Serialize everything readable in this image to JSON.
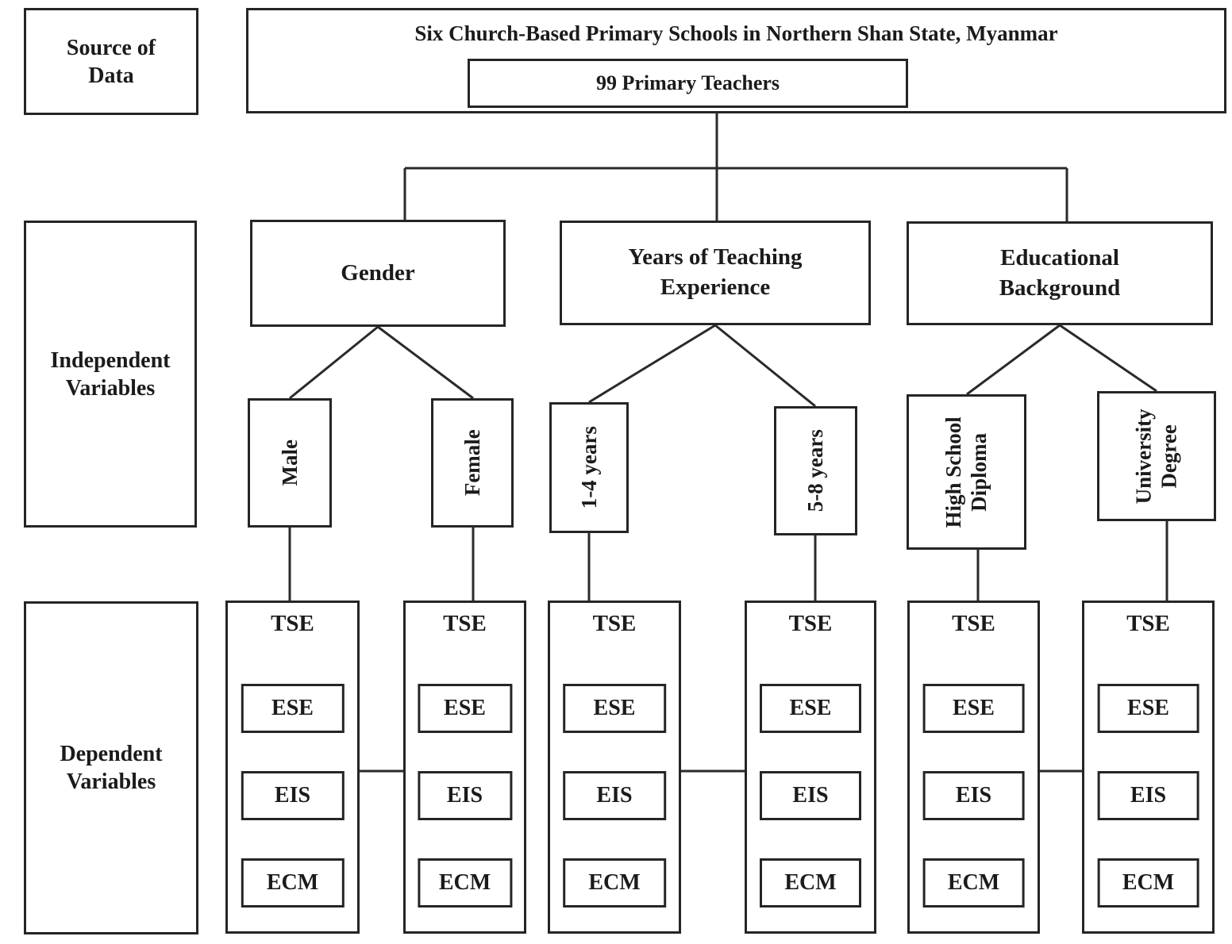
{
  "row_labels": {
    "source": "Source of Data",
    "independent": "Independent Variables",
    "dependent": "Dependent Variables"
  },
  "source": {
    "title": "Six Church-Based Primary Schools in Northern Shan State, Myanmar",
    "teachers": "99 Primary Teachers"
  },
  "independent": {
    "categories": [
      {
        "label": "Gender",
        "children": [
          "Male",
          "Female"
        ]
      },
      {
        "label": "Years of Teaching Experience",
        "children": [
          "1-4 years",
          "5-8 years"
        ]
      },
      {
        "label": "Educational Background",
        "children": [
          "High School Diploma",
          "University Degree"
        ]
      }
    ]
  },
  "dependent": {
    "columns": [
      {
        "header": "TSE",
        "items": [
          "ESE",
          "EIS",
          "ECM"
        ]
      },
      {
        "header": "TSE",
        "items": [
          "ESE",
          "EIS",
          "ECM"
        ]
      },
      {
        "header": "TSE",
        "items": [
          "ESE",
          "EIS",
          "ECM"
        ]
      },
      {
        "header": "TSE",
        "items": [
          "ESE",
          "EIS",
          "ECM"
        ]
      },
      {
        "header": "TSE",
        "items": [
          "ESE",
          "EIS",
          "ECM"
        ]
      },
      {
        "header": "TSE",
        "items": [
          "ESE",
          "EIS",
          "ECM"
        ]
      }
    ]
  }
}
